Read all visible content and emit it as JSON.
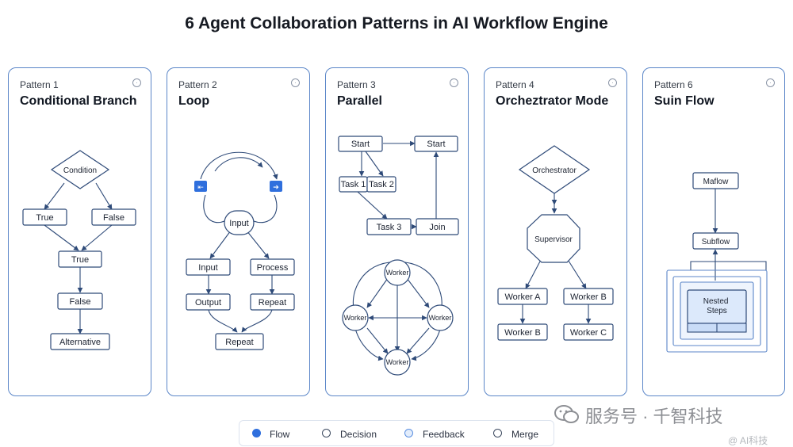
{
  "title": "6 Agent Collaboration Patterns in AI Workflow Engine",
  "patterns": [
    {
      "kicker": "Pattern 1",
      "name": "Conditional Branch",
      "nodes": {
        "condition": "Condition",
        "true_a": "True",
        "false_a": "False",
        "true_b": "True",
        "false_b": "False",
        "alternative": "Alternative"
      }
    },
    {
      "kicker": "Pattern 2",
      "name": "Loop",
      "nodes": {
        "input_center": "Input",
        "input": "Input",
        "process": "Process",
        "output": "Output",
        "repeat_right": "Repeat",
        "repeat_bottom": "Repeat",
        "back_icon": "⇤",
        "fwd_icon": "➔"
      }
    },
    {
      "kicker": "Pattern 3",
      "name": "Parallel",
      "nodes": {
        "start_a": "Start",
        "start_b": "Start",
        "task1": "Task 1",
        "task2": "Task 2",
        "task3": "Task 3",
        "join": "Join",
        "worker_top": "Worker",
        "worker_left": "Worker",
        "worker_right": "Worker",
        "worker_bottom": "Worker"
      }
    },
    {
      "kicker": "Pattern 4",
      "name": "Orcheztrator Mode",
      "nodes": {
        "orchestrator": "Orchestrator",
        "supervisor": "Supervisor",
        "worker_a": "Worker A",
        "worker_b_right": "Worker B",
        "worker_b": "Worker B",
        "worker_c": "Worker C"
      }
    },
    {
      "kicker": "Pattern 6",
      "name": "Suin Flow",
      "nodes": {
        "maflow": "Maflow",
        "subflow": "Subflow",
        "nested": "Nested Steps"
      }
    }
  ],
  "legend": [
    {
      "label": "Flow",
      "style": "filled",
      "color": "#2f6fdd"
    },
    {
      "label": "Decision",
      "style": "outline",
      "color": "#3d4a60"
    },
    {
      "label": "Feedback",
      "style": "light",
      "color": "#5a8fe0"
    },
    {
      "label": "Merge",
      "style": "outline",
      "color": "#3d4a60"
    }
  ],
  "watermark": {
    "text": "服务号 · 千智科技",
    "corner": "@ AI科技"
  },
  "colors": {
    "node_stroke": "#2e4a78",
    "card_border": "#5b86c8",
    "accent": "#2f6fdd",
    "nested_fill": "#dce9fb"
  }
}
